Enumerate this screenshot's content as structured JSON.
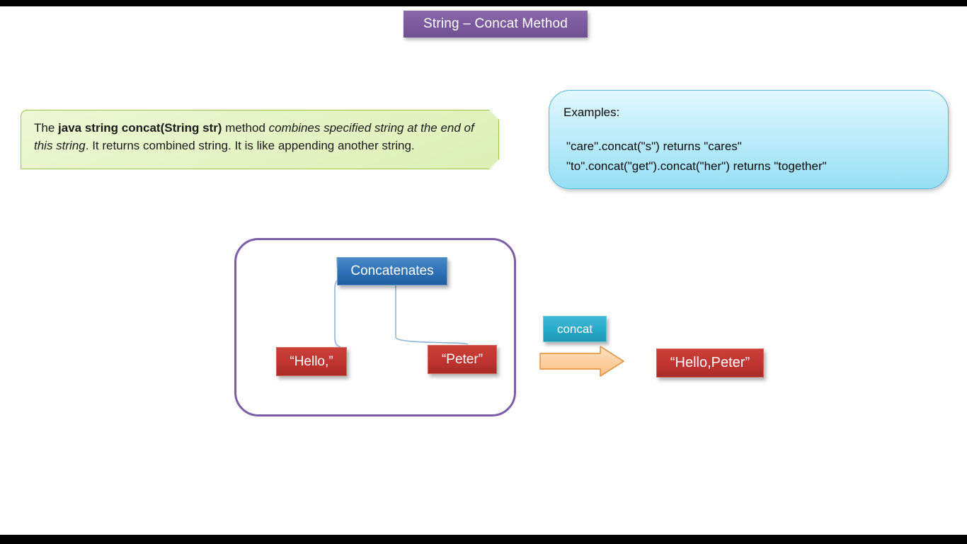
{
  "slide": {
    "title": "String – Concat Method",
    "background_color": "#ffffff",
    "letterbox_color": "#000000",
    "title_banner_color": "#7c5c9e"
  },
  "description": {
    "text_plain": "The java string concat(String str) method combines specified string at the end of this string. It returns combined string. It is like appending another string.",
    "segments": [
      {
        "text": "The ",
        "style": "normal"
      },
      {
        "text": "java string concat(String str)",
        "style": "bold"
      },
      {
        "text": " method ",
        "style": "normal"
      },
      {
        "text": "combines specified string at the end of this string",
        "style": "italic"
      },
      {
        "text": ". It returns combined string. It is like appending another string.",
        "style": "normal"
      }
    ],
    "fill_color": "#e6f4c8",
    "border_color": "#9ec64a"
  },
  "examples": {
    "heading": "Examples:",
    "lines": [
      "\"care\".concat(\"s\") returns \"cares\"",
      "\"to\".concat(\"get\").concat(\"her\") returns \"together\""
    ],
    "fill_color": "#bfecfa",
    "border_color": "#58b8dd"
  },
  "diagram": {
    "frame_border_color": "#7b5ea7",
    "parent_node": {
      "label": "Concatenates",
      "color": "#2f72b5"
    },
    "child_nodes": [
      {
        "label": "“Hello,”",
        "color": "#bf3430"
      },
      {
        "label": "“Peter”",
        "color": "#bf3430"
      }
    ],
    "connector_color": "#8fb4d8"
  },
  "operation": {
    "method_label": "concat",
    "method_color": "#2aaac9",
    "arrow_color": "#fcd2a5",
    "arrow_border_color": "#e08b34",
    "result_label": "“Hello,Peter”",
    "result_color": "#bf3430"
  }
}
